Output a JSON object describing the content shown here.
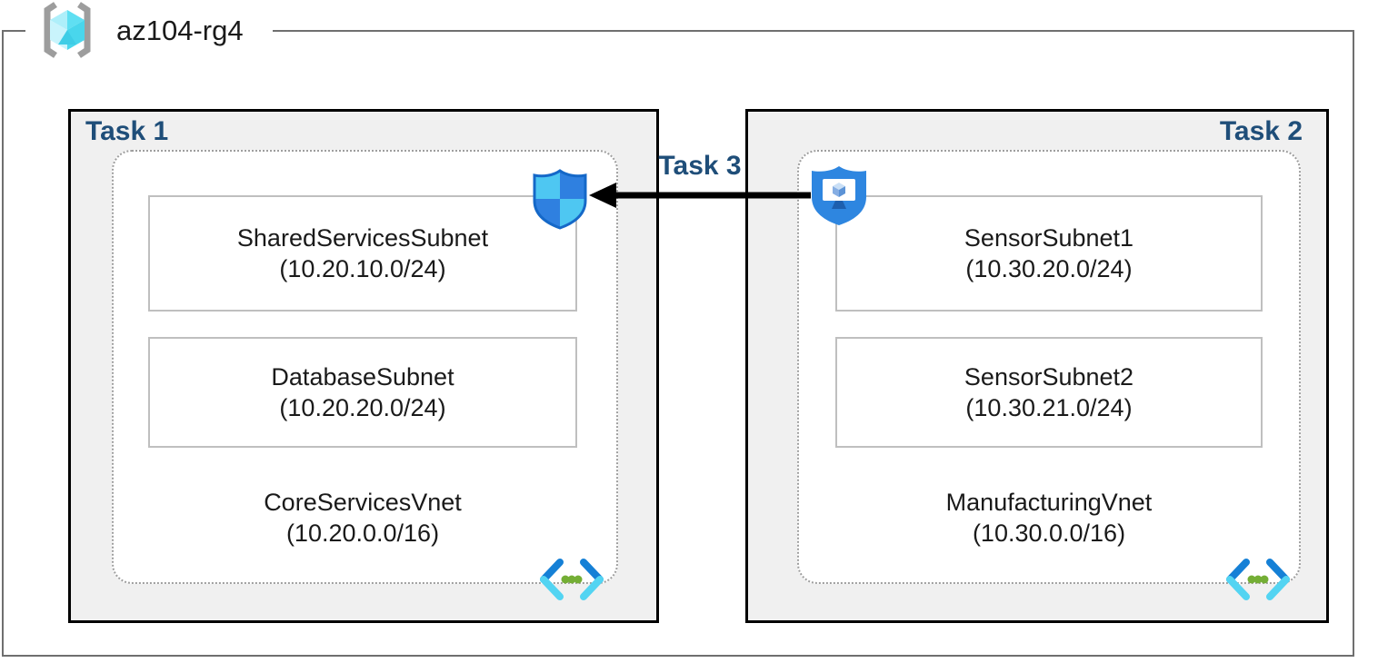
{
  "resource_group": {
    "name": "az104-rg4"
  },
  "vnets": [
    {
      "task_label": "Task 1",
      "name": "CoreServicesVnet",
      "cidr": "(10.20.0.0/16)",
      "subnets": [
        {
          "name": "SharedServicesSubnet",
          "cidr": "(10.20.10.0/24)"
        },
        {
          "name": "DatabaseSubnet",
          "cidr": "(10.20.20.0/24)"
        }
      ]
    },
    {
      "task_label": "Task 2",
      "name": "ManufacturingVnet",
      "cidr": "(10.30.0.0/16)",
      "subnets": [
        {
          "name": "SensorSubnet1",
          "cidr": "(10.30.20.0/24)"
        },
        {
          "name": "SensorSubnet2",
          "cidr": "(10.30.21.0/24)"
        }
      ]
    }
  ],
  "connection": {
    "label": "Task 3",
    "direction": "right-to-left",
    "source_icon": "shield-monitor-icon",
    "target_icon": "nsg-shield-icon"
  },
  "icons": {
    "resource_group": "resource-group-icon",
    "virtual_network": "virtual-network-icon",
    "network_security": "nsg-shield-icon",
    "shielded_host": "shield-monitor-icon"
  },
  "colors": {
    "task_label": "#1F4E79",
    "task_box_fill": "#F0F0F0",
    "task_box_border": "#000000",
    "subnet_border": "#BFBFBF",
    "vnet_dotted_border": "#9E9E9E",
    "frame_border": "#6F6F6F",
    "arrow": "#000000",
    "azure_blue": "#2E86E0",
    "azure_cyan": "#50D2F0",
    "green_dot": "#74AE35"
  }
}
